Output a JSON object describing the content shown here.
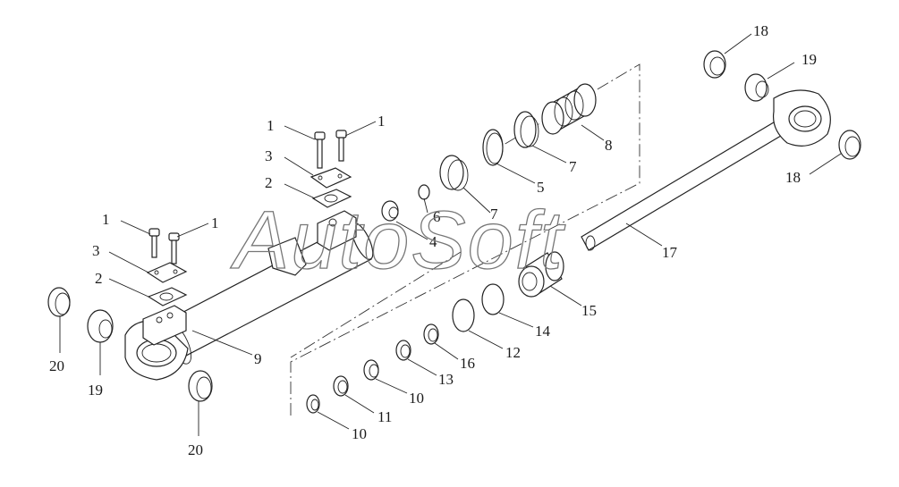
{
  "diagram": {
    "type": "exploded-parts-view",
    "watermark": "AutoSoft",
    "callouts": [
      {
        "id": "c1a",
        "label": "1"
      },
      {
        "id": "c1b",
        "label": "1"
      },
      {
        "id": "c3a",
        "label": "3"
      },
      {
        "id": "c2a",
        "label": "2"
      },
      {
        "id": "c1c",
        "label": "1"
      },
      {
        "id": "c1d",
        "label": "1"
      },
      {
        "id": "c3b",
        "label": "3"
      },
      {
        "id": "c2b",
        "label": "2"
      },
      {
        "id": "c20a",
        "label": "20"
      },
      {
        "id": "c19a",
        "label": "19"
      },
      {
        "id": "c20b",
        "label": "20"
      },
      {
        "id": "c9",
        "label": "9"
      },
      {
        "id": "c4",
        "label": "4"
      },
      {
        "id": "c6",
        "label": "6"
      },
      {
        "id": "c7a",
        "label": "7"
      },
      {
        "id": "c5",
        "label": "5"
      },
      {
        "id": "c7b",
        "label": "7"
      },
      {
        "id": "c8",
        "label": "8"
      },
      {
        "id": "c18a",
        "label": "18"
      },
      {
        "id": "c19b",
        "label": "19"
      },
      {
        "id": "c18b",
        "label": "18"
      },
      {
        "id": "c17",
        "label": "17"
      },
      {
        "id": "c15",
        "label": "15"
      },
      {
        "id": "c14",
        "label": "14"
      },
      {
        "id": "c12",
        "label": "12"
      },
      {
        "id": "c16",
        "label": "16"
      },
      {
        "id": "c13",
        "label": "13"
      },
      {
        "id": "c10a",
        "label": "10"
      },
      {
        "id": "c11",
        "label": "11"
      },
      {
        "id": "c10b",
        "label": "10"
      }
    ]
  }
}
